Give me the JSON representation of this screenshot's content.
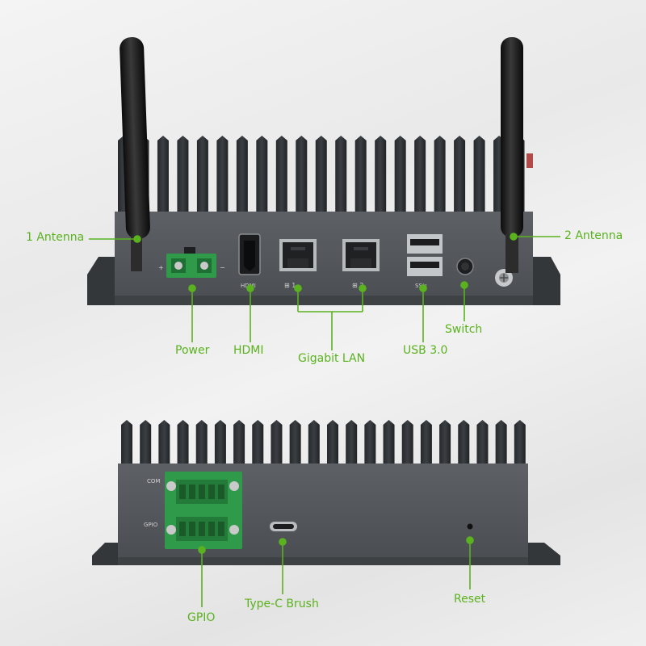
{
  "top_view": {
    "labels": {
      "antenna_1": "1 Antenna",
      "antenna_2": "2 Antenna",
      "power": "Power",
      "hdmi": "HDMI",
      "gigabit_lan": "Gigabit LAN",
      "usb": "USB 3.0",
      "switch": "Switch"
    },
    "panel_text": {
      "power_plus": "+",
      "power_minus": "−",
      "hdmi": "HDMI",
      "lan1": "1",
      "lan2": "2",
      "usb": "SS⇆"
    }
  },
  "bottom_view": {
    "labels": {
      "gpio": "GPIO",
      "type_c": "Type-C Brush",
      "reset": "Reset"
    },
    "panel_text": {
      "com": "COM",
      "gpio": "GPIO"
    }
  },
  "colors": {
    "accent": "#5ab21e",
    "chassis": "#55595d",
    "fin": "#2f3236",
    "terminal": "#2f9a4a"
  }
}
